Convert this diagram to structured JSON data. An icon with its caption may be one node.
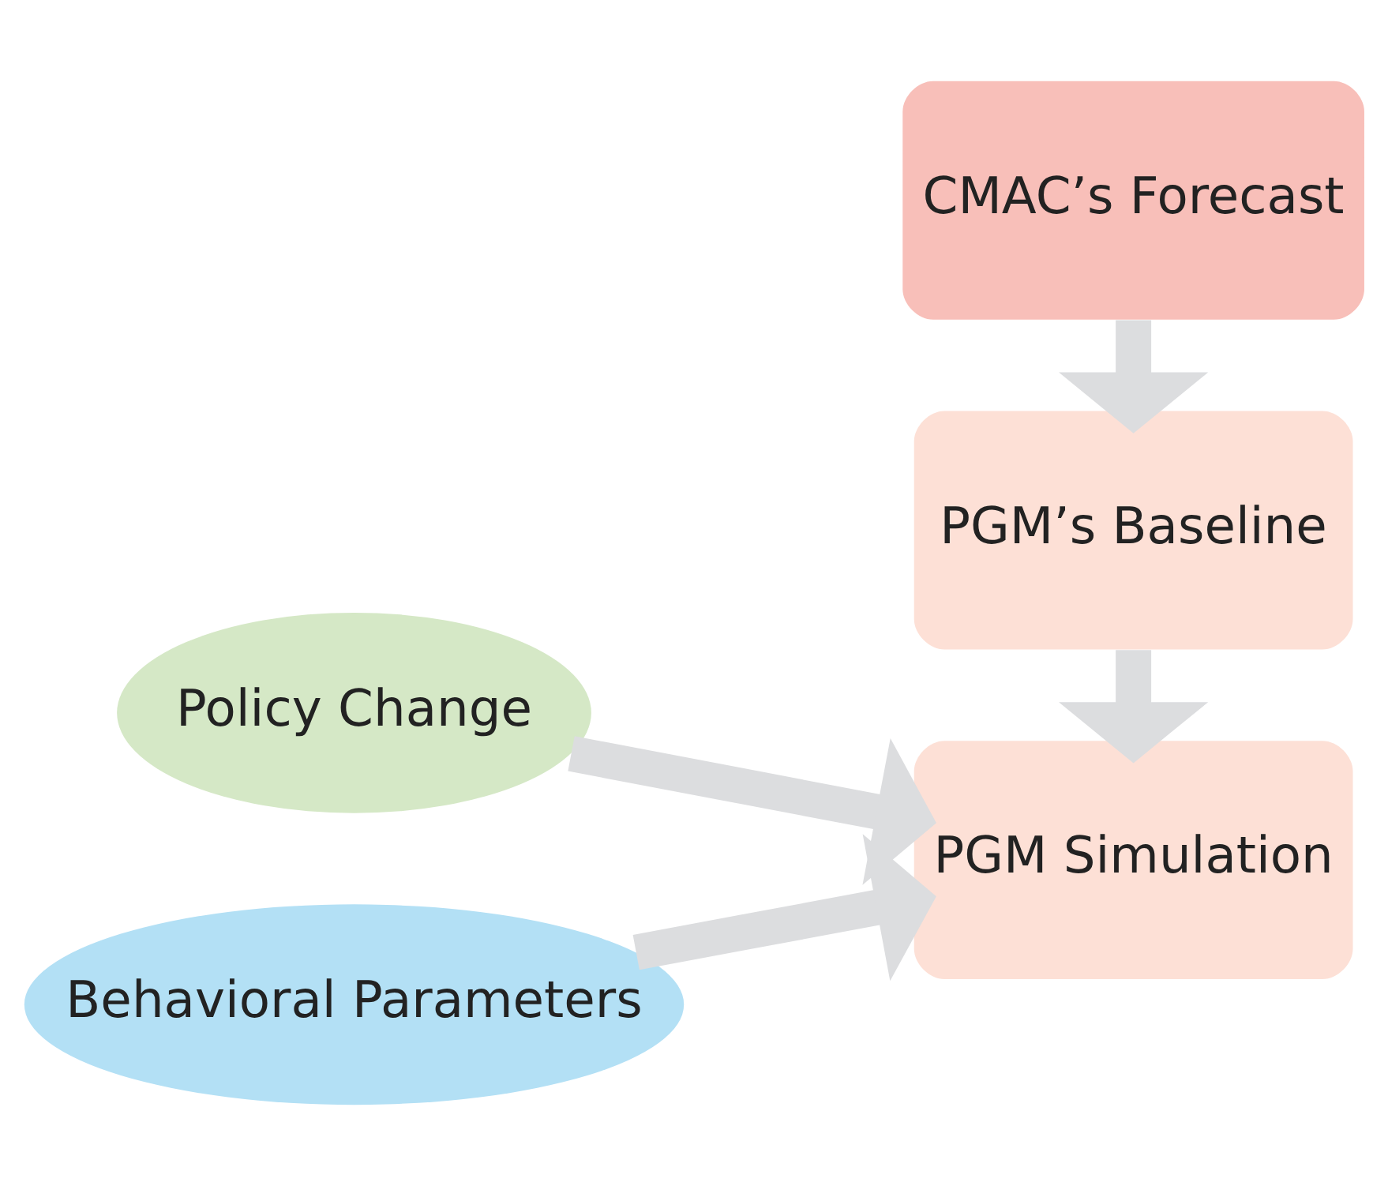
{
  "diagram": {
    "nodes": [
      {
        "text": [
          "CMAC’s Forecast"
        ]
      },
      {
        "text": [
          "PGM’s Baseline"
        ]
      },
      {
        "text": [
          "PGM Simulation"
        ]
      },
      {
        "text": [
          "Policy Change"
        ]
      },
      {
        "text": [
          "Behavioral Parameters"
        ]
      }
    ],
    "edges": [
      {
        "from": 0,
        "to": 1,
        "arrow": "to"
      },
      {
        "from": 1,
        "to": 2,
        "arrow": "to"
      },
      {
        "from": 3,
        "to": 2,
        "arrow": "to"
      },
      {
        "from": 4,
        "to": 2,
        "arrow": "to"
      }
    ]
  }
}
